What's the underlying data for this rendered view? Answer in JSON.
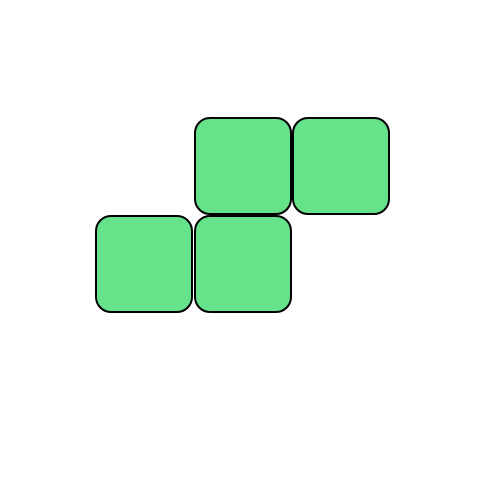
{
  "piece": {
    "shape": "S",
    "color": "#66e28a",
    "outline_color": "#000000",
    "blocks": [
      {
        "row": 0,
        "col": 1
      },
      {
        "row": 0,
        "col": 2
      },
      {
        "row": 1,
        "col": 0
      },
      {
        "row": 1,
        "col": 1
      }
    ]
  }
}
